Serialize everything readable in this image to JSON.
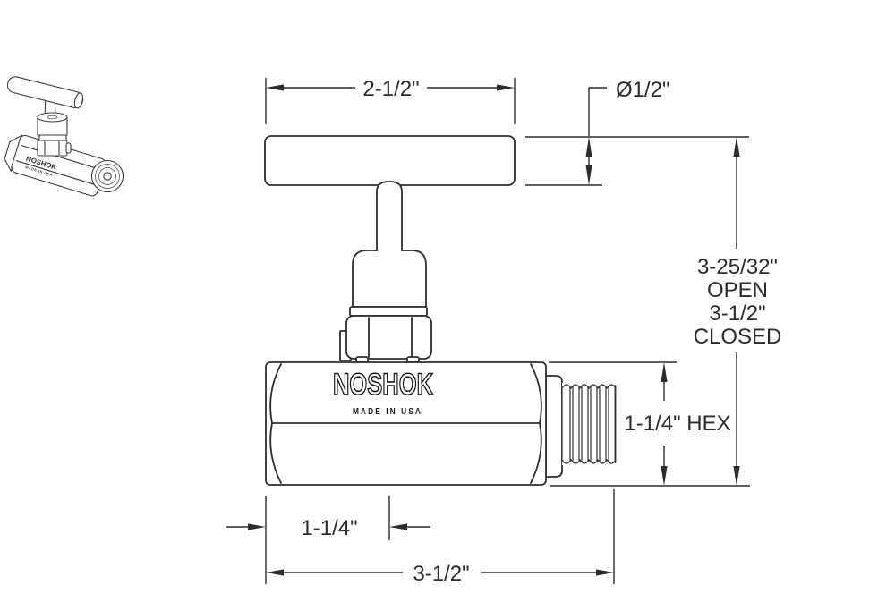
{
  "brand": {
    "logo": "NOSHOK",
    "made_in": "MADE IN USA"
  },
  "dimensions": {
    "handle_width": "2-1/2\"",
    "handle_diameter": "Ø1/2\"",
    "height_open_value": "3-25/32\"",
    "height_open_label": "OPEN",
    "height_closed_value": "3-1/2\"",
    "height_closed_label": "CLOSED",
    "hex_size": "1-1/4\" HEX",
    "inlet_to_stem": "1-1/4\"",
    "overall_length": "3-1/2\""
  },
  "colors": {
    "line": "#2e2e2e",
    "dimension": "#2c2c2c",
    "background": "#ffffff"
  }
}
